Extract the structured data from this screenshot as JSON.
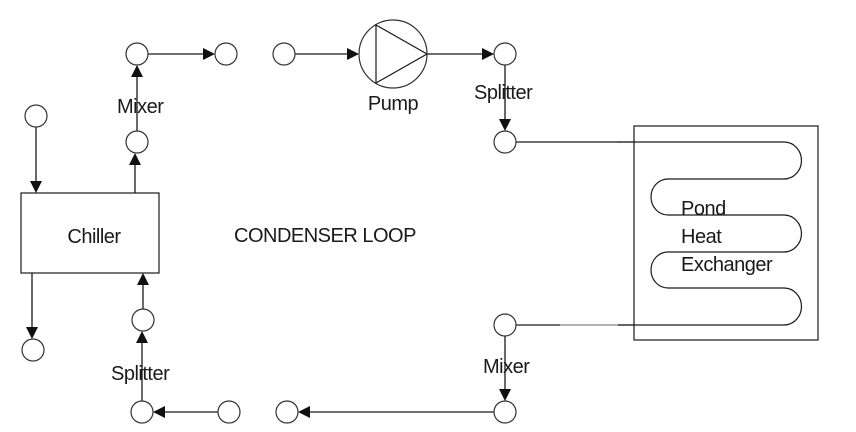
{
  "diagram": {
    "title": "CONDENSER LOOP",
    "components": {
      "chiller": {
        "label": "Chiller"
      },
      "pump": {
        "label": "Pump"
      },
      "pond_hx": {
        "label_lines": [
          "Pond",
          "Heat",
          "Exchanger"
        ]
      },
      "mixer_top": {
        "label": "Mixer"
      },
      "splitter_top": {
        "label": "Splitter"
      },
      "mixer_bottom": {
        "label": "Mixer"
      },
      "splitter_bottom": {
        "label": "Splitter"
      }
    },
    "colors": {
      "line": "#1a1a1a",
      "node_stroke": "#333333",
      "background": "#ffffff"
    }
  }
}
